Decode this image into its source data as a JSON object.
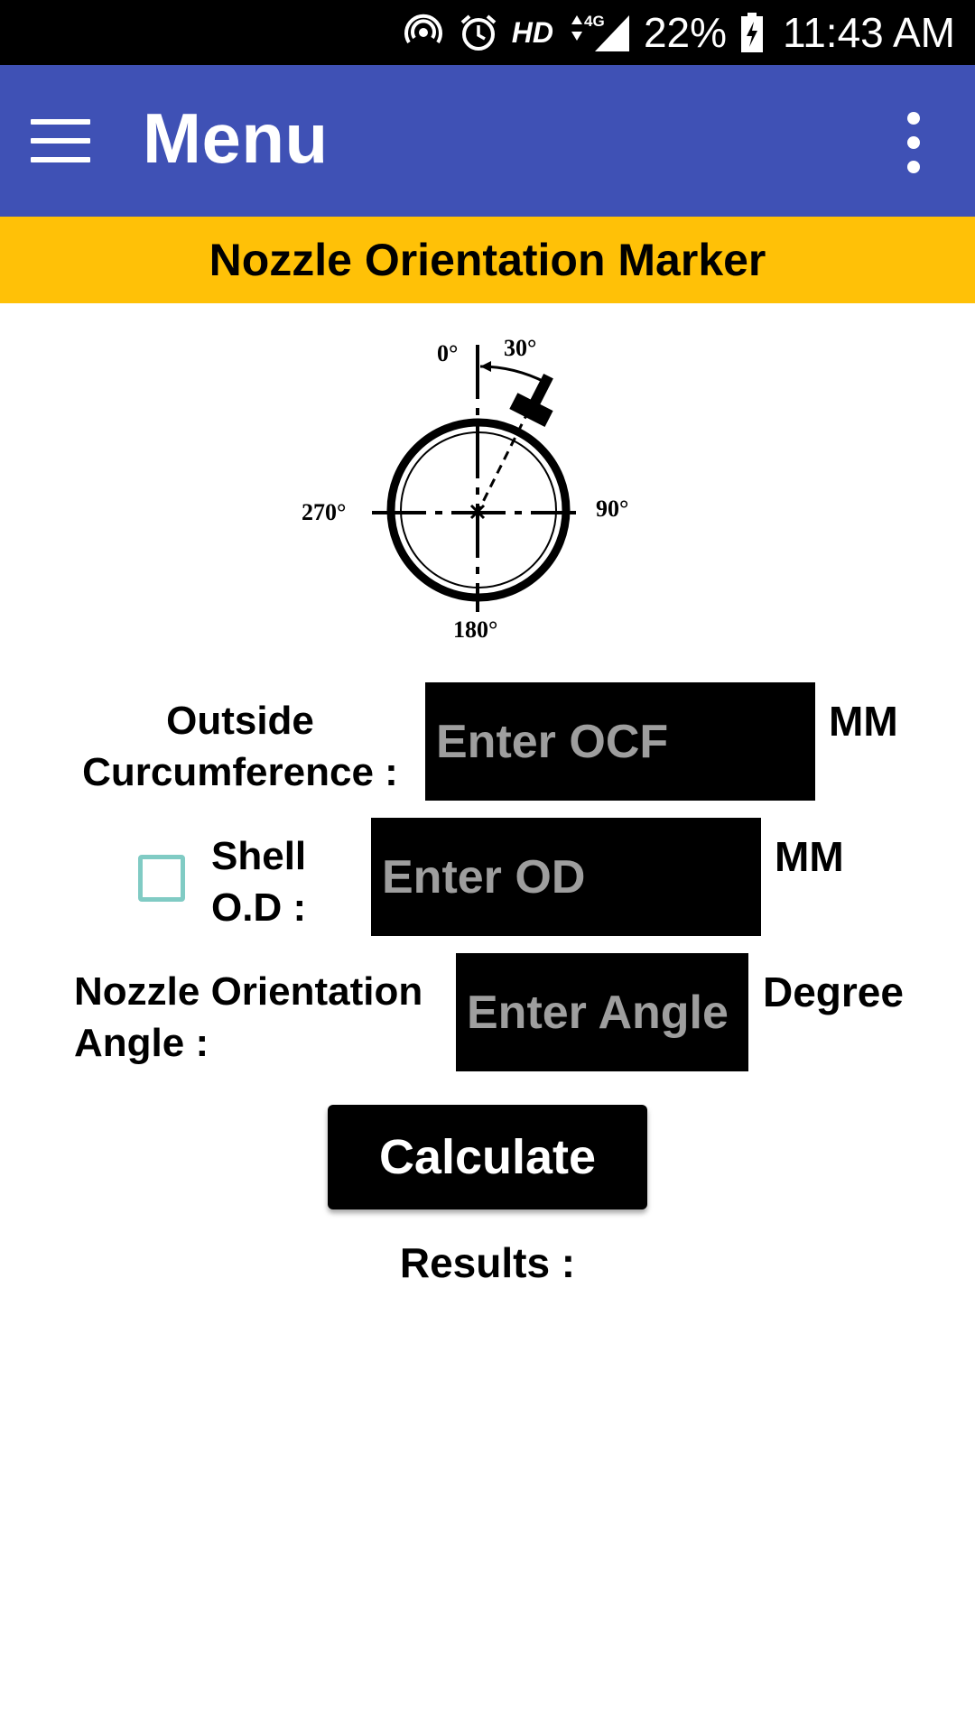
{
  "status_bar": {
    "network_type": "4G",
    "hd": "HD",
    "battery": "22%",
    "time": "11:43 AM"
  },
  "app_bar": {
    "title": "Menu"
  },
  "banner": {
    "text": "Nozzle Orientation Marker"
  },
  "diagram": {
    "label_0": "0°",
    "label_30": "30°",
    "label_90": "90°",
    "label_180": "180°",
    "label_270": "270°"
  },
  "form": {
    "ocf": {
      "label_line1": "Outside",
      "label_line2": "Curcumference :",
      "placeholder": "Enter OCF",
      "value": "",
      "unit": "MM"
    },
    "shell_od": {
      "checked": false,
      "label_line1": "Shell",
      "label_line2": "O.D :",
      "placeholder": "Enter OD",
      "value": "",
      "unit": "MM"
    },
    "angle": {
      "label_line1": "Nozzle Orientation",
      "label_line2": "Angle :",
      "placeholder": "Enter Angle",
      "value": "",
      "unit": "Degree"
    },
    "calculate_label": "Calculate",
    "results_label": "Results :"
  }
}
